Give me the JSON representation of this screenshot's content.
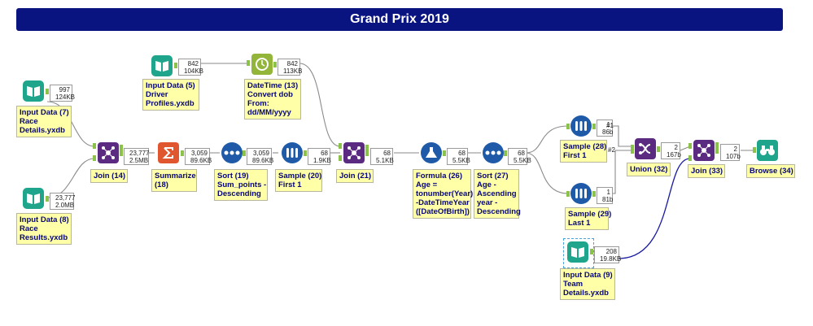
{
  "title": "Grand Prix 2019",
  "tools": {
    "input7": {
      "label": [
        "Input Data (7)",
        "Race",
        "Details.yxdb"
      ],
      "records": "997",
      "size": "124KB"
    },
    "input8": {
      "label": [
        "Input Data (8)",
        "Race",
        "Results.yxdb"
      ],
      "records": "23,777",
      "size": "2.0MB"
    },
    "input5": {
      "label": [
        "Input Data (5)",
        "Driver",
        "Profiles.yxdb"
      ],
      "records": "842",
      "size": "104KB"
    },
    "datetime13": {
      "label": [
        "DateTime (13)",
        "Convert dob",
        "From:",
        "dd/MM/yyyy"
      ],
      "records": "842",
      "size": "113KB"
    },
    "join14": {
      "label": [
        "Join (14)"
      ],
      "records": "23,777",
      "size": "2.5MB"
    },
    "summarize18": {
      "label": [
        "Summarize",
        "(18)"
      ],
      "records": "3,059",
      "size": "89.6KB"
    },
    "sort19": {
      "label": [
        "Sort (19)",
        "Sum_points -",
        "Descending"
      ],
      "records": "3,059",
      "size": "89.6KB"
    },
    "sample20": {
      "label": [
        "Sample (20)",
        "First 1"
      ],
      "records": "68",
      "size": "1.9KB"
    },
    "join21": {
      "label": [
        "Join (21)"
      ],
      "records": "68",
      "size": "5.1KB"
    },
    "formula26": {
      "label": [
        "Formula (26)",
        "Age =",
        "tonumber(Year)",
        "-DateTimeYear",
        "([DateOfBirth])"
      ],
      "records": "68",
      "size": "5.5KB"
    },
    "sort27": {
      "label": [
        "Sort (27)",
        "Age -",
        "Ascending",
        "year -",
        "Descending"
      ],
      "records": "68",
      "size": "5.5KB"
    },
    "sample28": {
      "label": [
        "Sample (28)",
        "First 1"
      ],
      "records": "1",
      "size": "86b"
    },
    "sample29": {
      "label": [
        "Sample (29)",
        "Last 1"
      ],
      "records": "1",
      "size": "81b"
    },
    "union32": {
      "label": [
        "Union (32)"
      ],
      "records": "2",
      "size": "167b"
    },
    "join33": {
      "label": [
        "Join (33)"
      ],
      "records": "2",
      "size": "107b"
    },
    "browse34": {
      "label": [
        "Browse (34)"
      ]
    },
    "input9": {
      "label": [
        "Input Data (9)",
        "Team",
        "Details.yxdb"
      ],
      "records": "208",
      "size": "19.8KB"
    }
  },
  "connection_tags": {
    "union_in1": "#1",
    "union_in2": "#2"
  },
  "colors": {
    "title_bar": "#0a1480",
    "input": "#1fa58c",
    "join": "#5b2b82",
    "summarize": "#e0562f",
    "sort": "#1e5aa8",
    "sample": "#1e5aa8",
    "datetime": "#92b53a",
    "formula": "#1e5aa8",
    "union": "#5b2b82",
    "browse": "#1fa58c",
    "label_bg": "#ffffa8",
    "label_text": "#06067a"
  }
}
